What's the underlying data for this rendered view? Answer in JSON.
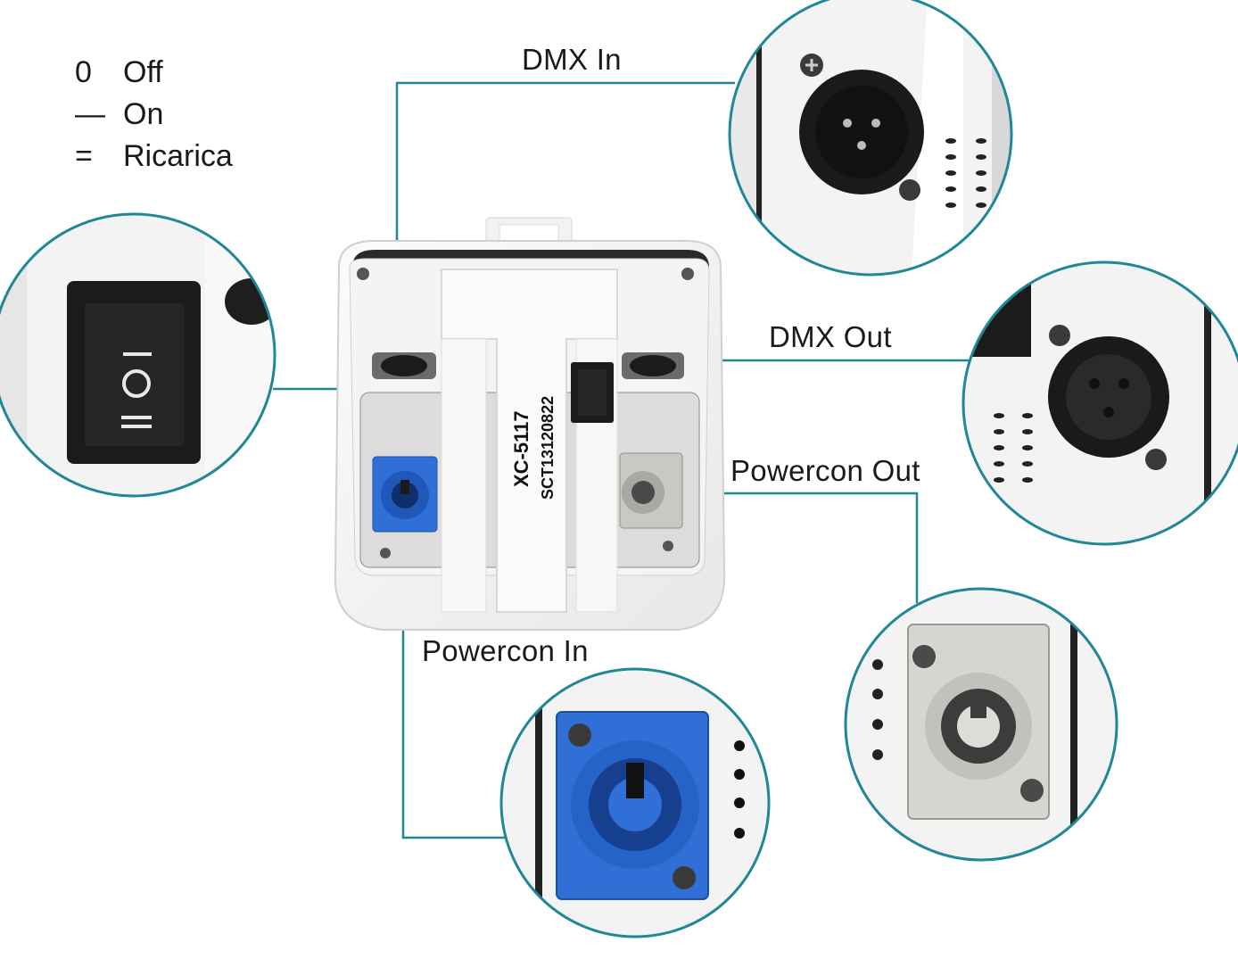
{
  "legend": [
    {
      "symbol": "0",
      "label": "Off"
    },
    {
      "symbol": "—",
      "label": "On"
    },
    {
      "symbol": "=",
      "label": "Ricarica"
    }
  ],
  "callouts": {
    "dmx_in": "DMX In",
    "dmx_out": "DMX Out",
    "powercon_out": "Powercon Out",
    "powercon_in": "Powercon In"
  },
  "device": {
    "model": "XC-5117",
    "serial": "SCT13120822"
  },
  "colors": {
    "leader": "#1f8796",
    "powercon_in": "#2f6fd6",
    "powercon_out": "#c9c9c4",
    "switch": "#1b1b1b"
  }
}
